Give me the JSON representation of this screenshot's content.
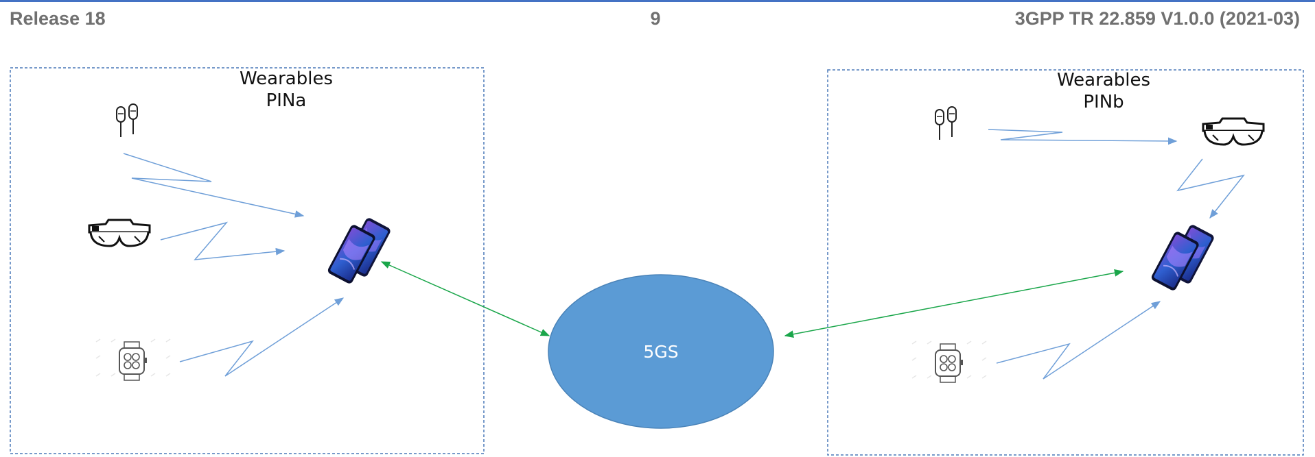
{
  "header": {
    "left": "Release 18",
    "page_number": "9",
    "right": "3GPP TR 22.859 V1.0.0 (2021-03)"
  },
  "pin_a": {
    "title_line1": "Wearables",
    "title_line2": "PINa",
    "devices": [
      "earbuds-icon",
      "smart-glasses-icon",
      "smartwatch-icon",
      "smartphone-icon"
    ]
  },
  "pin_b": {
    "title_line1": "Wearables",
    "title_line2": "PINb",
    "devices": [
      "earbuds-icon",
      "smart-glasses-icon",
      "smartwatch-icon",
      "smartphone-icon"
    ]
  },
  "core": {
    "label": "5GS"
  },
  "colors": {
    "header_text": "#707070",
    "top_rule": "#4472c4",
    "box_border": "#4a78b8",
    "wireless_link": "#6f9fd8",
    "core_link": "#1aa64a",
    "core_fill": "#5b9bd5",
    "core_stroke": "#4a83b8"
  }
}
